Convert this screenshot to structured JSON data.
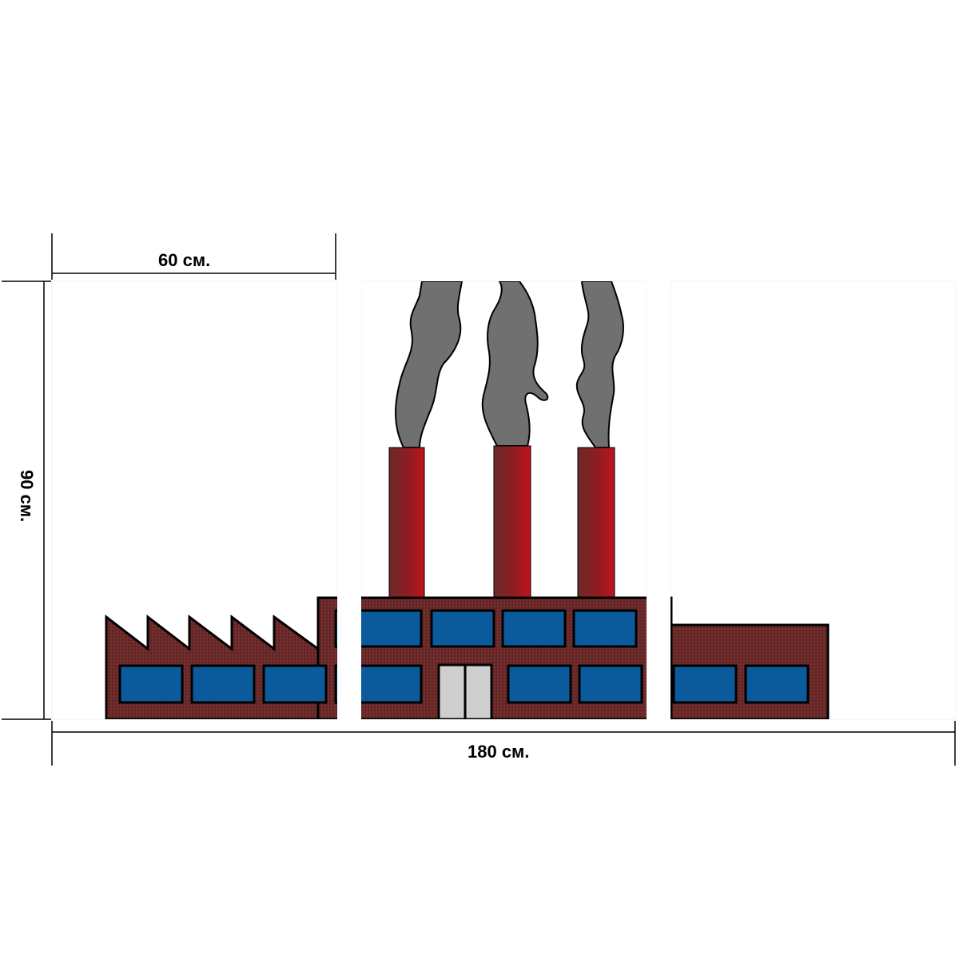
{
  "dimensions": {
    "panel_width": "60 см.",
    "total_width": "180 см.",
    "height": "90 см."
  },
  "panels": {
    "count": 3
  },
  "colors": {
    "brick": "#6b2a2a",
    "brick_dark": "#4d1c1c",
    "window_blue": "#0a5a9c",
    "outline": "#000000",
    "door": "#cfcfcf",
    "smoke": "#707070",
    "chimney_dark": "#6b2a2a",
    "chimney_red": "#c0141c",
    "gap": "#ffffff"
  },
  "icons": {
    "factory": "factory-illustration",
    "smoke": "smoke-plume"
  }
}
